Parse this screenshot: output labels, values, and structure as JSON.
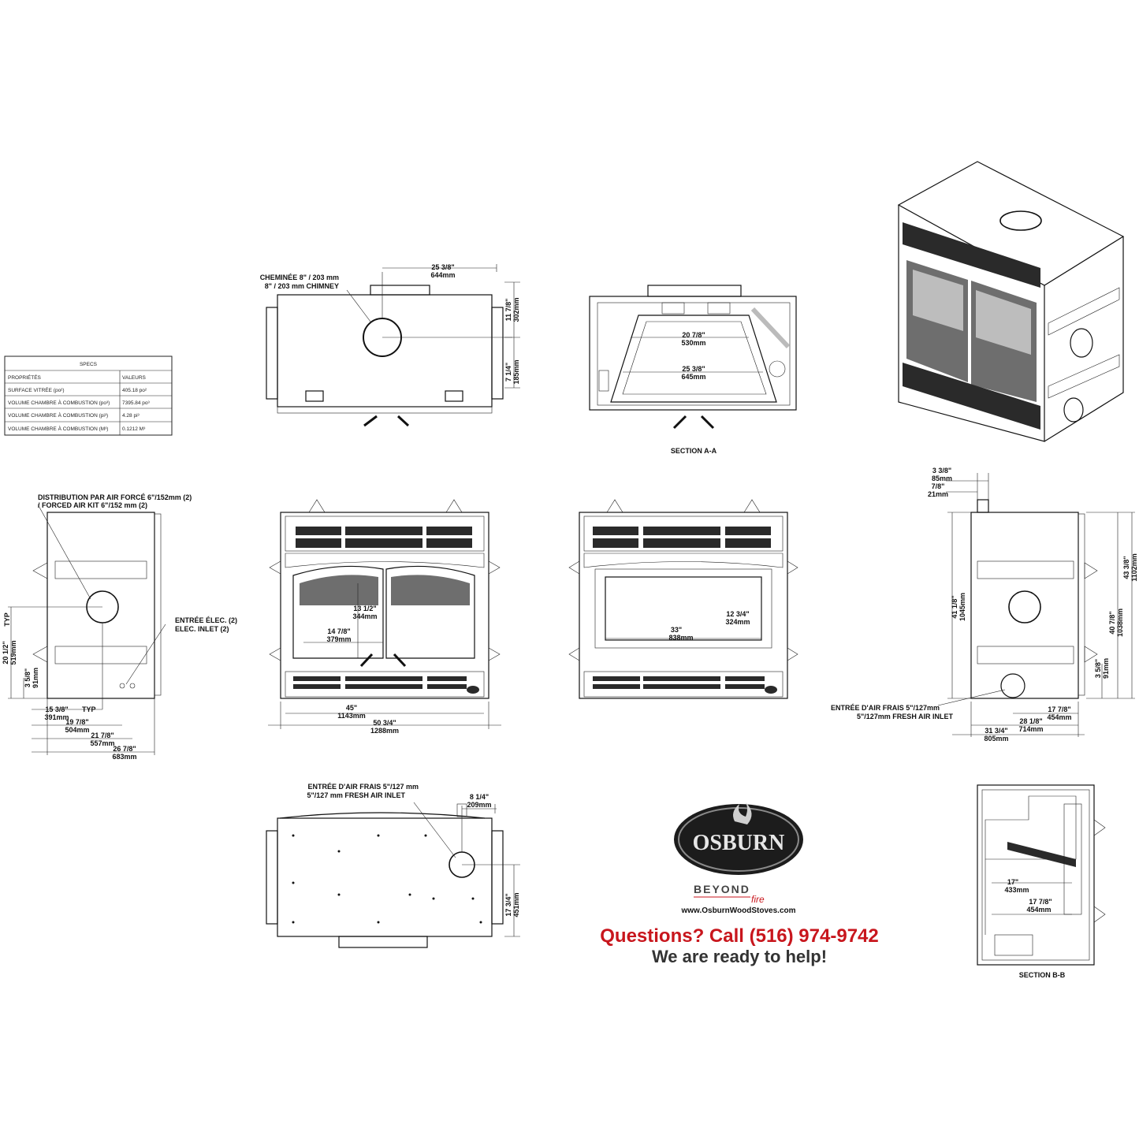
{
  "specs_table": {
    "title": "SPECS",
    "headers": [
      "PROPRIÉTÉS",
      "VALEURS"
    ],
    "rows": [
      [
        "SURFACE VITRÉE (po²)",
        "405.18 po²"
      ],
      [
        "VOLUME CHAMBRE À COMBUSTION (po³)",
        "7395.84 po³"
      ],
      [
        "VOLUME CHAMBRE À COMBUSTION (pi³)",
        "4.28 pi³"
      ],
      [
        "VOLUME CHAMBRE À COMBUSTION (M³)",
        "0.1212 M³"
      ]
    ]
  },
  "top_view": {
    "chimney_label_fr": "CHEMINÉE 8\" / 203 mm",
    "chimney_label_en": "8\" / 203 mm CHIMNEY",
    "dim_width": [
      "25  3/8\"",
      "644mm"
    ],
    "dim_depth_a": [
      "11 7/8\"",
      "302mm"
    ],
    "dim_depth_b": [
      "7 1/4\"",
      "185mm"
    ]
  },
  "section_aa": {
    "title": "SECTION A-A",
    "dim_a": [
      "20  7/8\"",
      "530mm"
    ],
    "dim_b": [
      "25  3/8\"",
      "645mm"
    ]
  },
  "left_side": {
    "forced_air_fr": "DISTRIBUTION PAR AIR FORCÉ 6\"/152mm (2)",
    "forced_air_en": "/ FORCED AIR KIT  6\"/152 mm (2)",
    "elec_fr": "ENTRÉE ÉLEC. (2)",
    "elec_en": "ELEC. INLET (2)",
    "dim_v1": [
      "20  1/2\"",
      "519mm",
      "TYP"
    ],
    "dim_v2": [
      "3  5/8\"",
      "91mm"
    ],
    "dim_h1": [
      "15  3/8\"",
      "391mm",
      "TYP"
    ],
    "dim_h2": [
      "19  7/8\"",
      "504mm"
    ],
    "dim_h3": [
      "21  7/8\"",
      "557mm"
    ],
    "dim_h4": [
      "26  7/8\"",
      "683mm"
    ]
  },
  "front_doors": {
    "dim_glass_h": [
      "13  1/2\"",
      "344mm"
    ],
    "dim_glass_w": [
      "14  7/8\"",
      "379mm"
    ],
    "dim_w1": [
      "45\"",
      "1143mm"
    ],
    "dim_w2": [
      "50  3/4\"",
      "1288mm"
    ]
  },
  "front_open": {
    "dim_h": [
      "12  3/4\"",
      "324mm"
    ],
    "dim_w": [
      "33\"",
      "838mm"
    ]
  },
  "right_side": {
    "dim_t1": [
      "3  3/8\"",
      "85mm"
    ],
    "dim_t2": [
      "7/8\"",
      "21mm"
    ],
    "dim_v1": [
      "41  1/8\"",
      "1045mm"
    ],
    "dim_v2": [
      "43  3/8\"",
      "1102mm"
    ],
    "dim_v3": [
      "40  7/8\"",
      "1038mm"
    ],
    "dim_v4": [
      "3  5/8\"",
      "91mm"
    ],
    "fresh_fr": "ENTRÉE D'AIR FRAIS 5\"/127mm",
    "fresh_en": "5\"/127mm FRESH AIR INLET",
    "dim_h1": [
      "17  7/8\"",
      "454mm"
    ],
    "dim_h2": [
      "28  1/8\"",
      "714mm"
    ],
    "dim_h3": [
      "31  3/4\"",
      "805mm"
    ]
  },
  "bottom_view": {
    "fresh_fr": "ENTRÉE D'AIR FRAIS 5\"/127 mm",
    "fresh_en": "5\"/127 mm FRESH AIR INLET",
    "dim_a": [
      "8  1/4\"",
      "209mm"
    ],
    "dim_b": [
      "17  3/4\"",
      "451mm"
    ]
  },
  "section_bb": {
    "title": "SECTION B-B",
    "dim_a": [
      "17\"",
      "433mm"
    ],
    "dim_b": [
      "17  7/8\"",
      "454mm"
    ]
  },
  "brand": {
    "logo_text": "OSBURN",
    "tagline_a": "BEYOND",
    "tagline_b": "fire",
    "url": "www.OsburnWoodStoves.com",
    "cta_line1": "Questions? Call (516) 974-9742",
    "cta_line2": "We are ready to help!"
  },
  "colors": {
    "cta_red": "#c8161d",
    "cta_gray": "#333333",
    "logo_dark": "#1c1c1c"
  }
}
